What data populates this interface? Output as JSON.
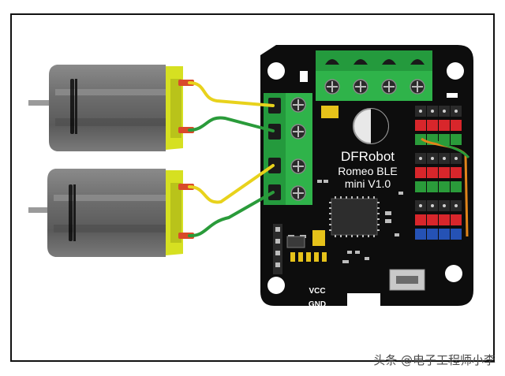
{
  "board": {
    "brand": "DFRobot",
    "model": "Romeo BLE",
    "version": "mini V1.0",
    "power_labels": [
      "VCC",
      "GND"
    ]
  },
  "watermark": "头条 @电子工程师小李",
  "colors": {
    "board": "#0d0d0d",
    "terminal": "#2fb34a",
    "motor_cap": "#d6e021",
    "wire_yellow": "#e8d21c",
    "wire_green": "#2a9b3a",
    "header_red": "#d8262b",
    "header_green": "#2a9b3a",
    "header_blue": "#2552b5"
  }
}
